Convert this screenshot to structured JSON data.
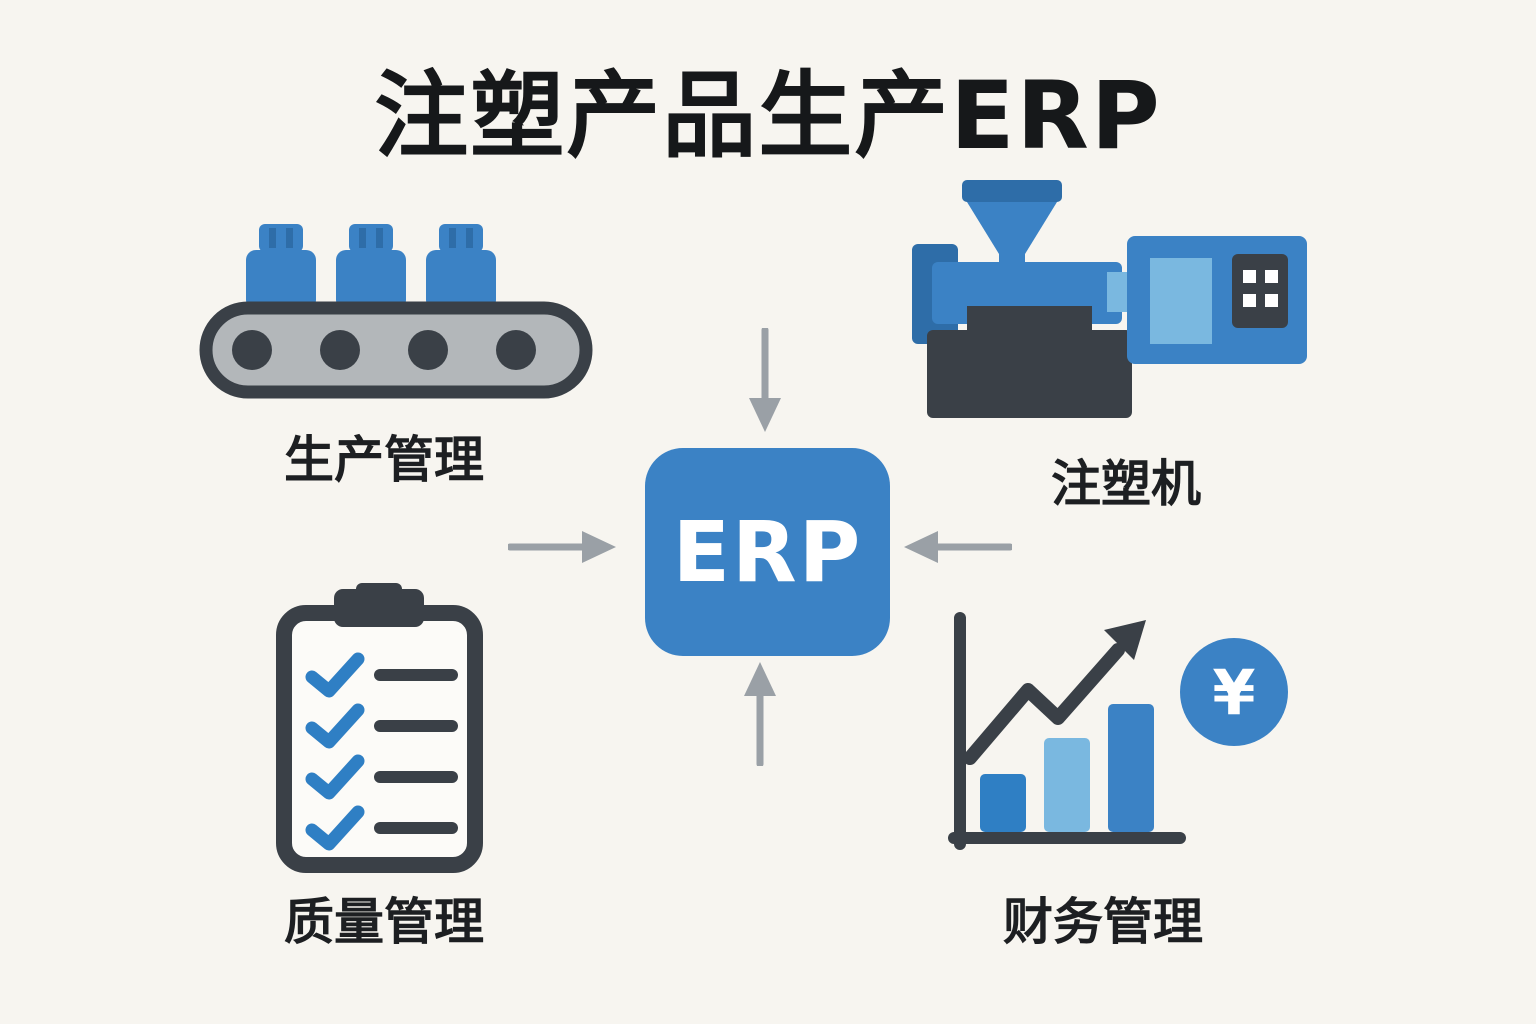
{
  "title": "注塑产品生产ERP",
  "center": {
    "label": "ERP"
  },
  "nodes": {
    "production": {
      "label": "生产管理",
      "icon": "conveyor-belt-icon"
    },
    "machine": {
      "label": "注塑机",
      "icon": "injection-molding-machine-icon"
    },
    "quality": {
      "label": "质量管理",
      "icon": "clipboard-checklist-icon"
    },
    "finance": {
      "label": "财务管理",
      "icon": "bar-chart-growth-icon",
      "currency_symbol": "¥"
    }
  },
  "colors": {
    "background": "#f7f5f0",
    "accent_blue": "#3b82c5",
    "dark_blue": "#2e6da8",
    "light_blue": "#7ab8e0",
    "belt_gray": "#b3b7ba",
    "dark": "#3a4047",
    "arrow_gray": "#9aa0a6",
    "check_blue": "#2f7fc4"
  }
}
